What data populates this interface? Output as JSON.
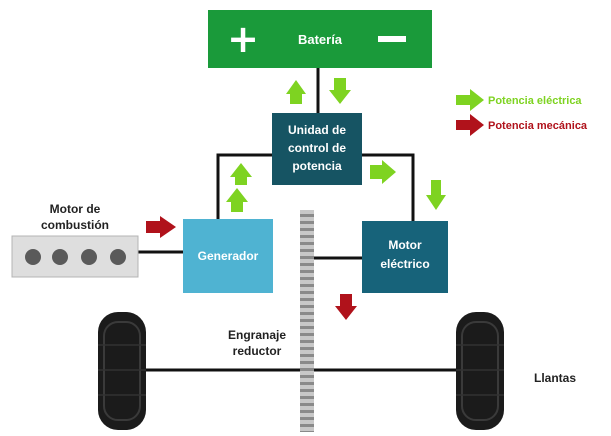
{
  "battery": {
    "label": "Batería",
    "plus": "+",
    "minus": "—"
  },
  "control_unit": {
    "line1": "Unidad de",
    "line2": "control de",
    "line3": "potencia"
  },
  "generator": {
    "label": "Generador"
  },
  "motor": {
    "line1": "Motor",
    "line2": "eléctrico"
  },
  "engine": {
    "line1": "Motor de",
    "line2": "combustión"
  },
  "gear": {
    "line1": "Engranaje",
    "line2": "reductor"
  },
  "wheels": {
    "label": "Llantas"
  },
  "legend": {
    "electric": {
      "label": "Potencia eléctrica",
      "color": "#7ed321"
    },
    "mechanical": {
      "label": "Potencia mecánica",
      "color": "#b0121b"
    }
  },
  "colors": {
    "battery": "#1a9a3a",
    "control_unit": "#165463",
    "generator": "#4fb3d2",
    "motor": "#17637a",
    "text_dark": "#222222"
  }
}
